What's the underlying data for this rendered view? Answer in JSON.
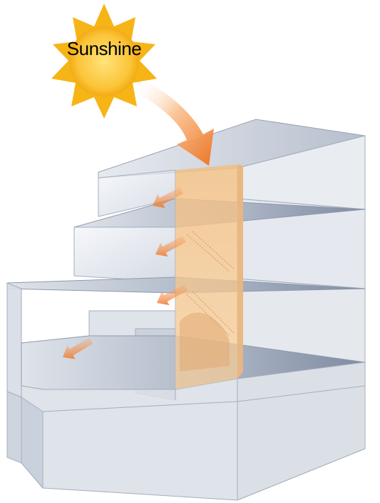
{
  "sun": {
    "label": "Sunshine"
  },
  "colors": {
    "sun_outer": "#f6b417",
    "sun_inner": "#ffd95a",
    "light_shaft": "#f4c690",
    "arrow": "#ee7f2d",
    "glass": "#c9d1df",
    "floor_slab": "#8b97ad",
    "outline": "#9aa4b4"
  },
  "icons": [
    "sun-icon",
    "light-beam-arrow",
    "light-spread-arrow"
  ]
}
